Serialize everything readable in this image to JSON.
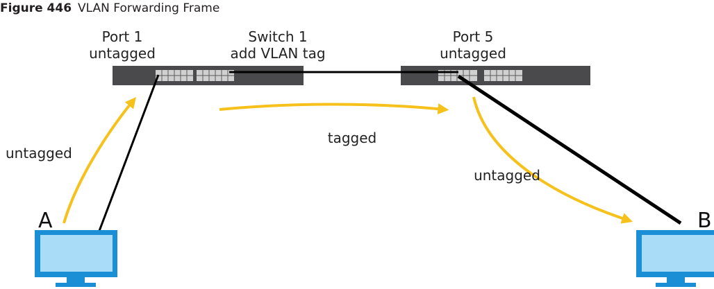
{
  "figure": {
    "number": "Figure 446",
    "caption": "VLAN Forwarding Frame"
  },
  "labels": {
    "port1_line1": "Port 1",
    "port1_line2": "untagged",
    "switch1_line1": "Switch 1",
    "switch1_line2": "add VLAN tag",
    "port5_line1": "Port 5",
    "port5_line2": "untagged",
    "arrow_tagged": "tagged",
    "arrow_untagged_left": "untagged",
    "arrow_untagged_right": "untagged",
    "computer_a": "A",
    "computer_b": "B"
  },
  "colors": {
    "switch_body": "#4a4a4d",
    "port_block": "#c8c8c8",
    "arrow": "#f5c11a",
    "cable": "#000000",
    "monitor_frame": "#1a8fd6",
    "monitor_screen": "#a9dcf7"
  },
  "icons": [
    "switch-icon",
    "computer-icon"
  ]
}
